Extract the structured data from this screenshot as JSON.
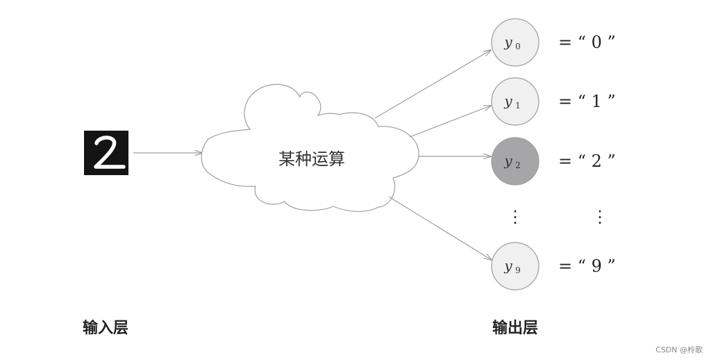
{
  "input_layer": {
    "label": "输入层",
    "digit_image": "handwritten-digit-2"
  },
  "process": {
    "label": "某种运算"
  },
  "output_layer": {
    "label": "输出层",
    "nodes": [
      {
        "var": "y",
        "sub": "0",
        "value": "= “ 0 ”",
        "highlighted": false
      },
      {
        "var": "y",
        "sub": "1",
        "value": "= “ 1 ”",
        "highlighted": false
      },
      {
        "var": "y",
        "sub": "2",
        "value": "= “ 2 ”",
        "highlighted": true
      },
      {
        "var": "y",
        "sub": "9",
        "value": "= “ 9 ”",
        "highlighted": false
      }
    ],
    "ellipsis": "⋮"
  },
  "colors": {
    "node_fill": "#f0f0f0",
    "node_highlight_fill": "#a6a6a9",
    "stroke": "#9e9e9e",
    "arrow": "#9e9e9e"
  },
  "watermark": "CSDN @柃歌"
}
